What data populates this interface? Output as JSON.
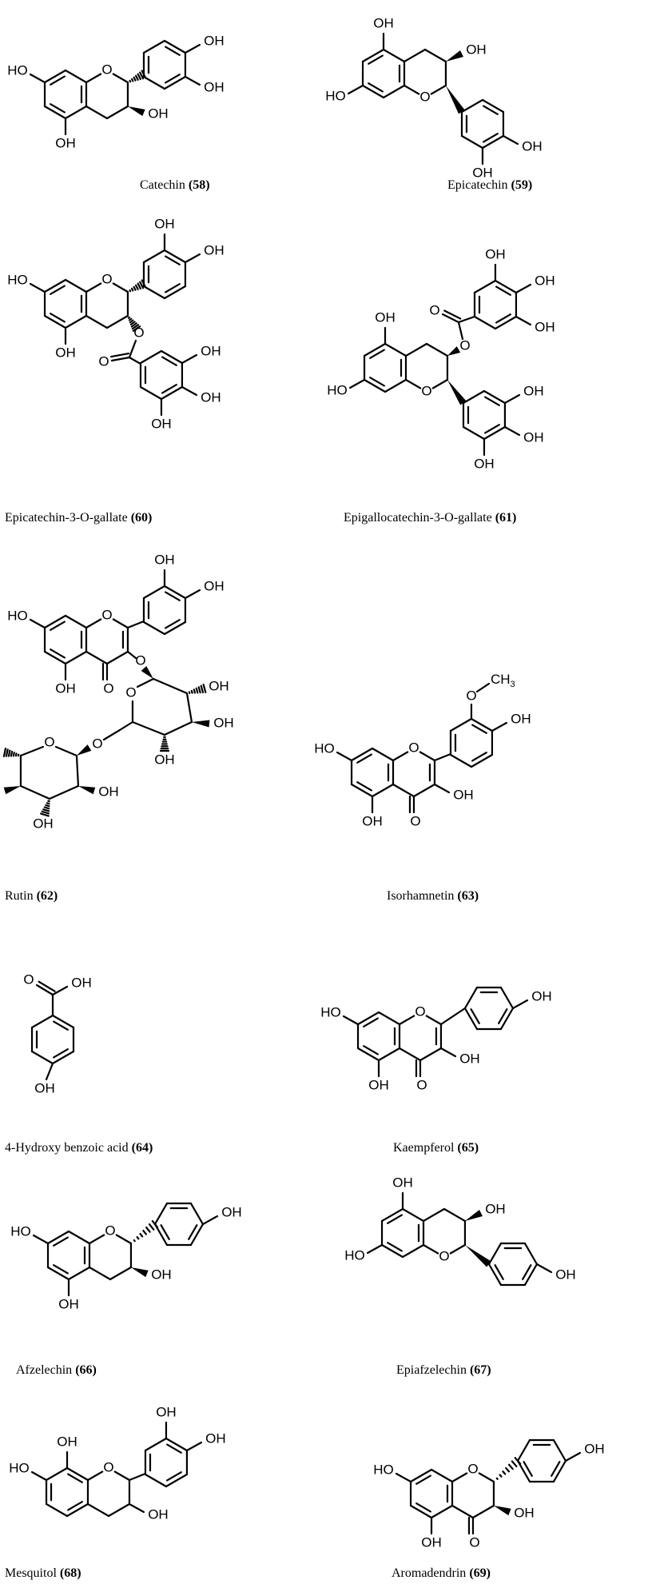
{
  "compounds": [
    {
      "name": "Catechin",
      "num": "(58)"
    },
    {
      "name": "Epicatechin",
      "num": "(59)"
    },
    {
      "name": "Epicatechin-3-O-gallate",
      "num": "(60)"
    },
    {
      "name": "Epigallocatechin-3-O-gallate",
      "num": "(61)"
    },
    {
      "name": "Rutin",
      "num": "(62)"
    },
    {
      "name": "Isorhamnetin",
      "num": "(63)"
    },
    {
      "name": "4-Hydroxy benzoic acid",
      "num": "(64)"
    },
    {
      "name": "Kaempferol",
      "num": "(65)"
    },
    {
      "name": "Afzelechin",
      "num": "(66)"
    },
    {
      "name": "Epiafzelechin",
      "num": "(67)"
    },
    {
      "name": "Mesquitol",
      "num": "(68)"
    },
    {
      "name": "Aromadendrin",
      "num": "(69)"
    }
  ],
  "atoms": {
    "oh": "OH",
    "ho": "HO",
    "o": "O",
    "ch3": "CH",
    "three": "3",
    "h3c": "H",
    "h3c_sub": "3",
    "h3c_c": "C"
  }
}
